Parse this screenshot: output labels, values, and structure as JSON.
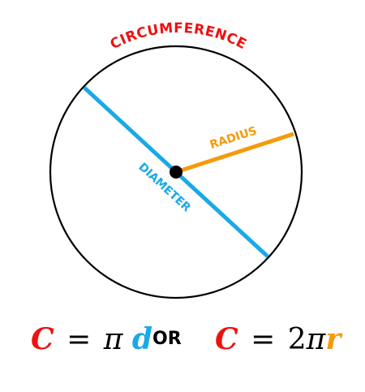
{
  "labels": {
    "circumference": "CIRCUMFERENCE",
    "radius": "RADIUS",
    "diameter": "DIAMETER"
  },
  "colors": {
    "circumference": "#ee1111",
    "radius": "#f59a0c",
    "diameter": "#1aa9e8",
    "circle": "#000000",
    "center": "#000000"
  },
  "formula_left": {
    "var": "C",
    "equals": "=",
    "pi": "π",
    "operand": "d"
  },
  "separator": "OR",
  "formula_right": {
    "var": "C",
    "equals": "=",
    "coefficient": "2",
    "pi": "π",
    "operand": "r"
  }
}
